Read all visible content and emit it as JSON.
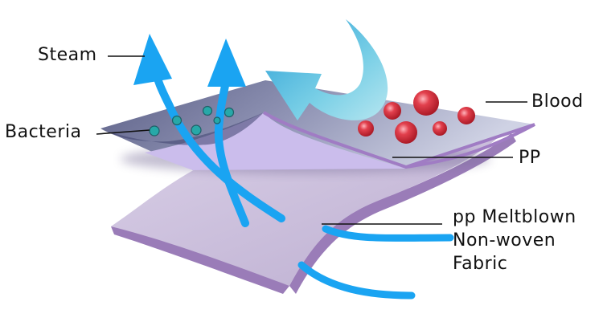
{
  "labels": {
    "steam": "Steam",
    "bacteria": "Bacteria",
    "blood": "Blood",
    "pp": "PP",
    "meltblown": [
      "pp Meltblown",
      "Non-woven",
      "Fabric"
    ]
  },
  "colors": {
    "arrow_blue": "#1aa4f2",
    "big_arrow": "#5fc4e4",
    "layer_dark": "#6a6f96",
    "layer_light": "#cbbdec",
    "bottom_layer": "#cfc3de",
    "bottom_edge": "#9a7cb8",
    "blood_drop": "#d63540",
    "bacteria": "#27a8a8"
  },
  "icons": [
    "steam-arrow-icon",
    "bacteria-icon",
    "blood-drop-icon",
    "curved-arrow-icon"
  ]
}
